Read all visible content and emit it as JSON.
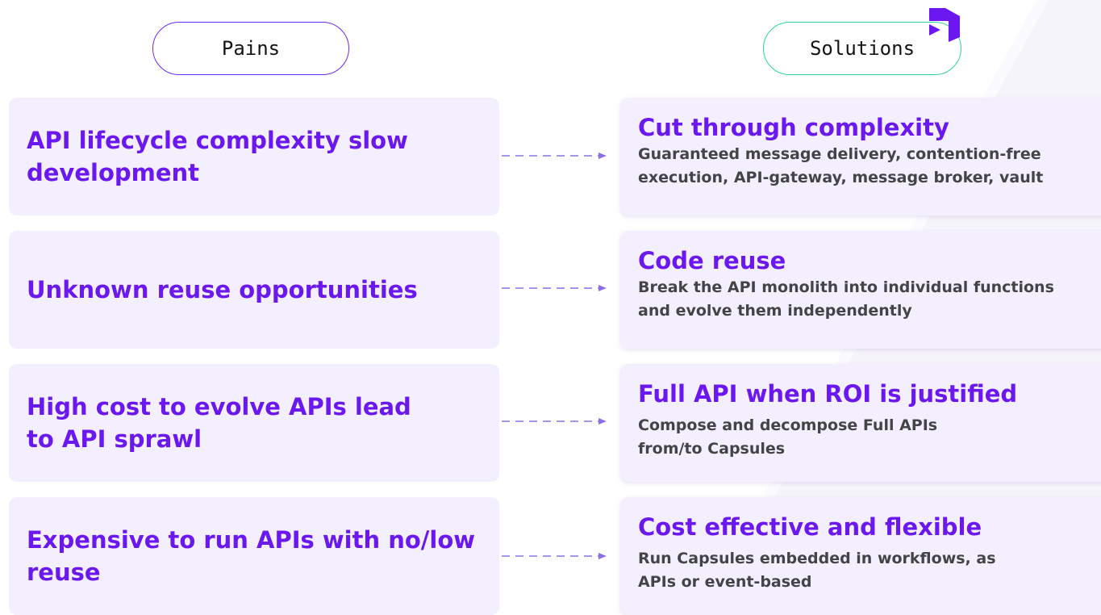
{
  "headers": {
    "pains_label": "Pains",
    "solutions_label": "Solutions"
  },
  "colors": {
    "accent": "#6b18f0",
    "pains_border": "#6b2cf0",
    "solutions_border": "#2fd39a",
    "card_bg": "#f3efff",
    "body_text": "#444447"
  },
  "logo_icon": "brand-logo-icon",
  "rows": [
    {
      "pain": "API lifecycle complexity slow development",
      "solution_title": "Cut through complexity",
      "solution_desc": "Guaranteed message delivery, contention-free execution, API-gateway, message broker, vault"
    },
    {
      "pain": "Unknown reuse opportunities",
      "solution_title": "Code reuse",
      "solution_desc": "Break the API monolith into individual functions and evolve them independently"
    },
    {
      "pain": "High cost to evolve APIs lead to API sprawl",
      "solution_title": "Full API when ROI is justified",
      "solution_desc": "Compose and decompose Full APIs from/to Capsules"
    },
    {
      "pain": "Expensive to run APIs with no/low reuse",
      "solution_title": "Cost effective and flexible",
      "solution_desc": "Run Capsules embedded in workflows, as APIs or event-based"
    }
  ]
}
